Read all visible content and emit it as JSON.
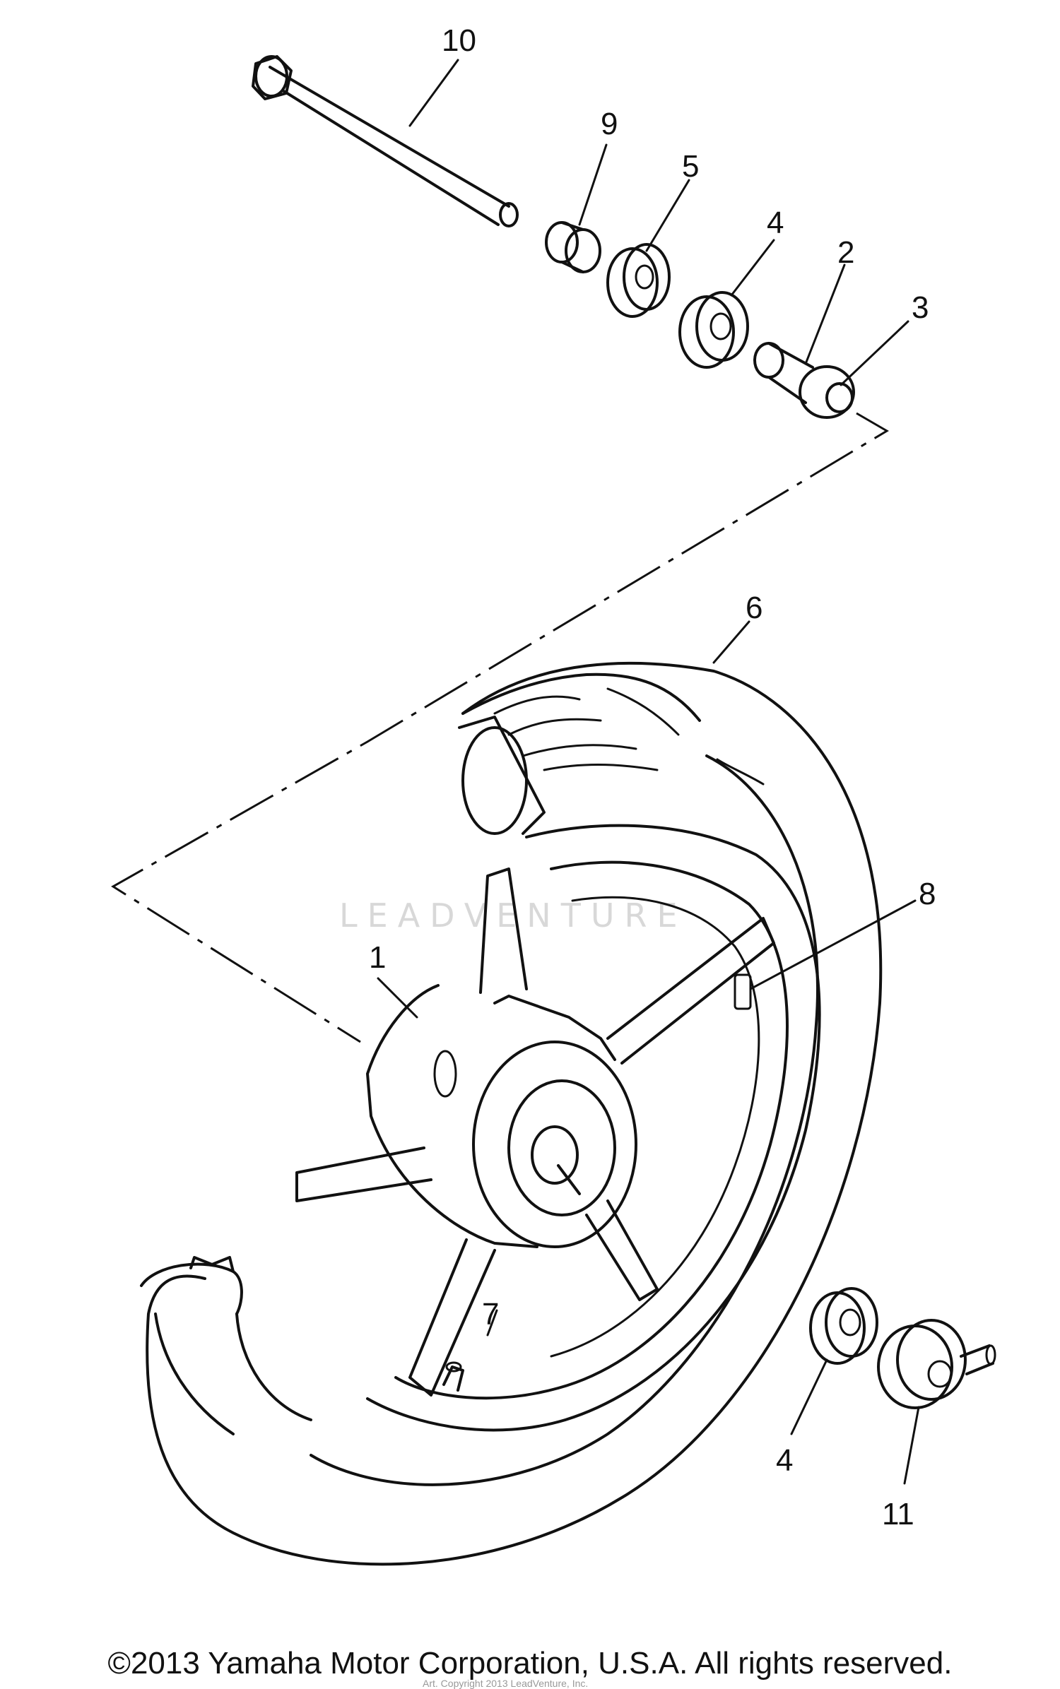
{
  "callouts": {
    "c1": "1",
    "c2": "2",
    "c3": "3",
    "c4a": "4",
    "c4b": "4",
    "c5": "5",
    "c6": "6",
    "c7": "7",
    "c8": "8",
    "c9": "9",
    "c10": "10",
    "c11": "11"
  },
  "watermark": "LEADVENTURE",
  "watermark_small": "Art. Copyright 2013 LeadVenture, Inc.",
  "copyright": "©2013 Yamaha Motor Corporation, U.S.A. All rights reserved."
}
